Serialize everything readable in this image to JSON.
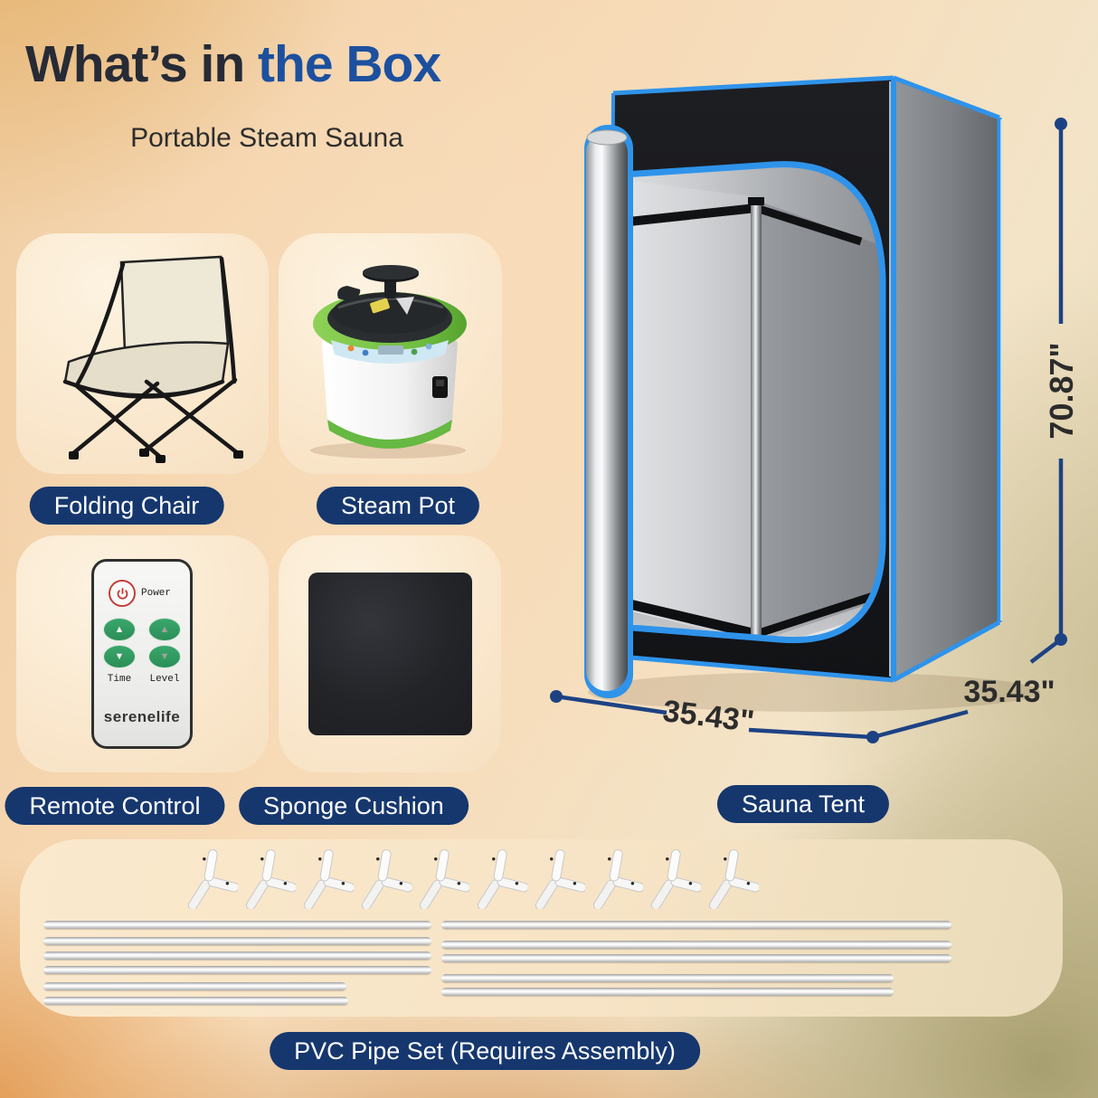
{
  "header": {
    "title_dark": "What’s in",
    "title_accent": "the Box",
    "subtitle": "Portable Steam Sauna"
  },
  "items": {
    "folding_chair": "Folding Chair",
    "steam_pot": "Steam Pot",
    "remote_control": "Remote Control",
    "sponge_cushion": "Sponge Cushion",
    "sauna_tent": "Sauna Tent",
    "pvc_pipe_set": "PVC Pipe Set (Requires Assembly)"
  },
  "dimensions": {
    "height": "70.87\"",
    "width": "35.43\"",
    "depth": "35.43\""
  },
  "remote": {
    "power": "Power",
    "time": "Time",
    "level": "Level",
    "brand": "serenelife"
  },
  "pipe_set": {
    "connector_count": 10,
    "left_pipes": [
      429,
      429,
      429,
      429,
      335,
      337
    ],
    "right_pipes": [
      564,
      564,
      564,
      500,
      500
    ]
  },
  "colors": {
    "accent_blue": "#2f93ea",
    "pill_navy": "#16376e",
    "title_accent": "#1c509f",
    "dimension_line": "#1d4284",
    "title_dark": "#262b36"
  }
}
